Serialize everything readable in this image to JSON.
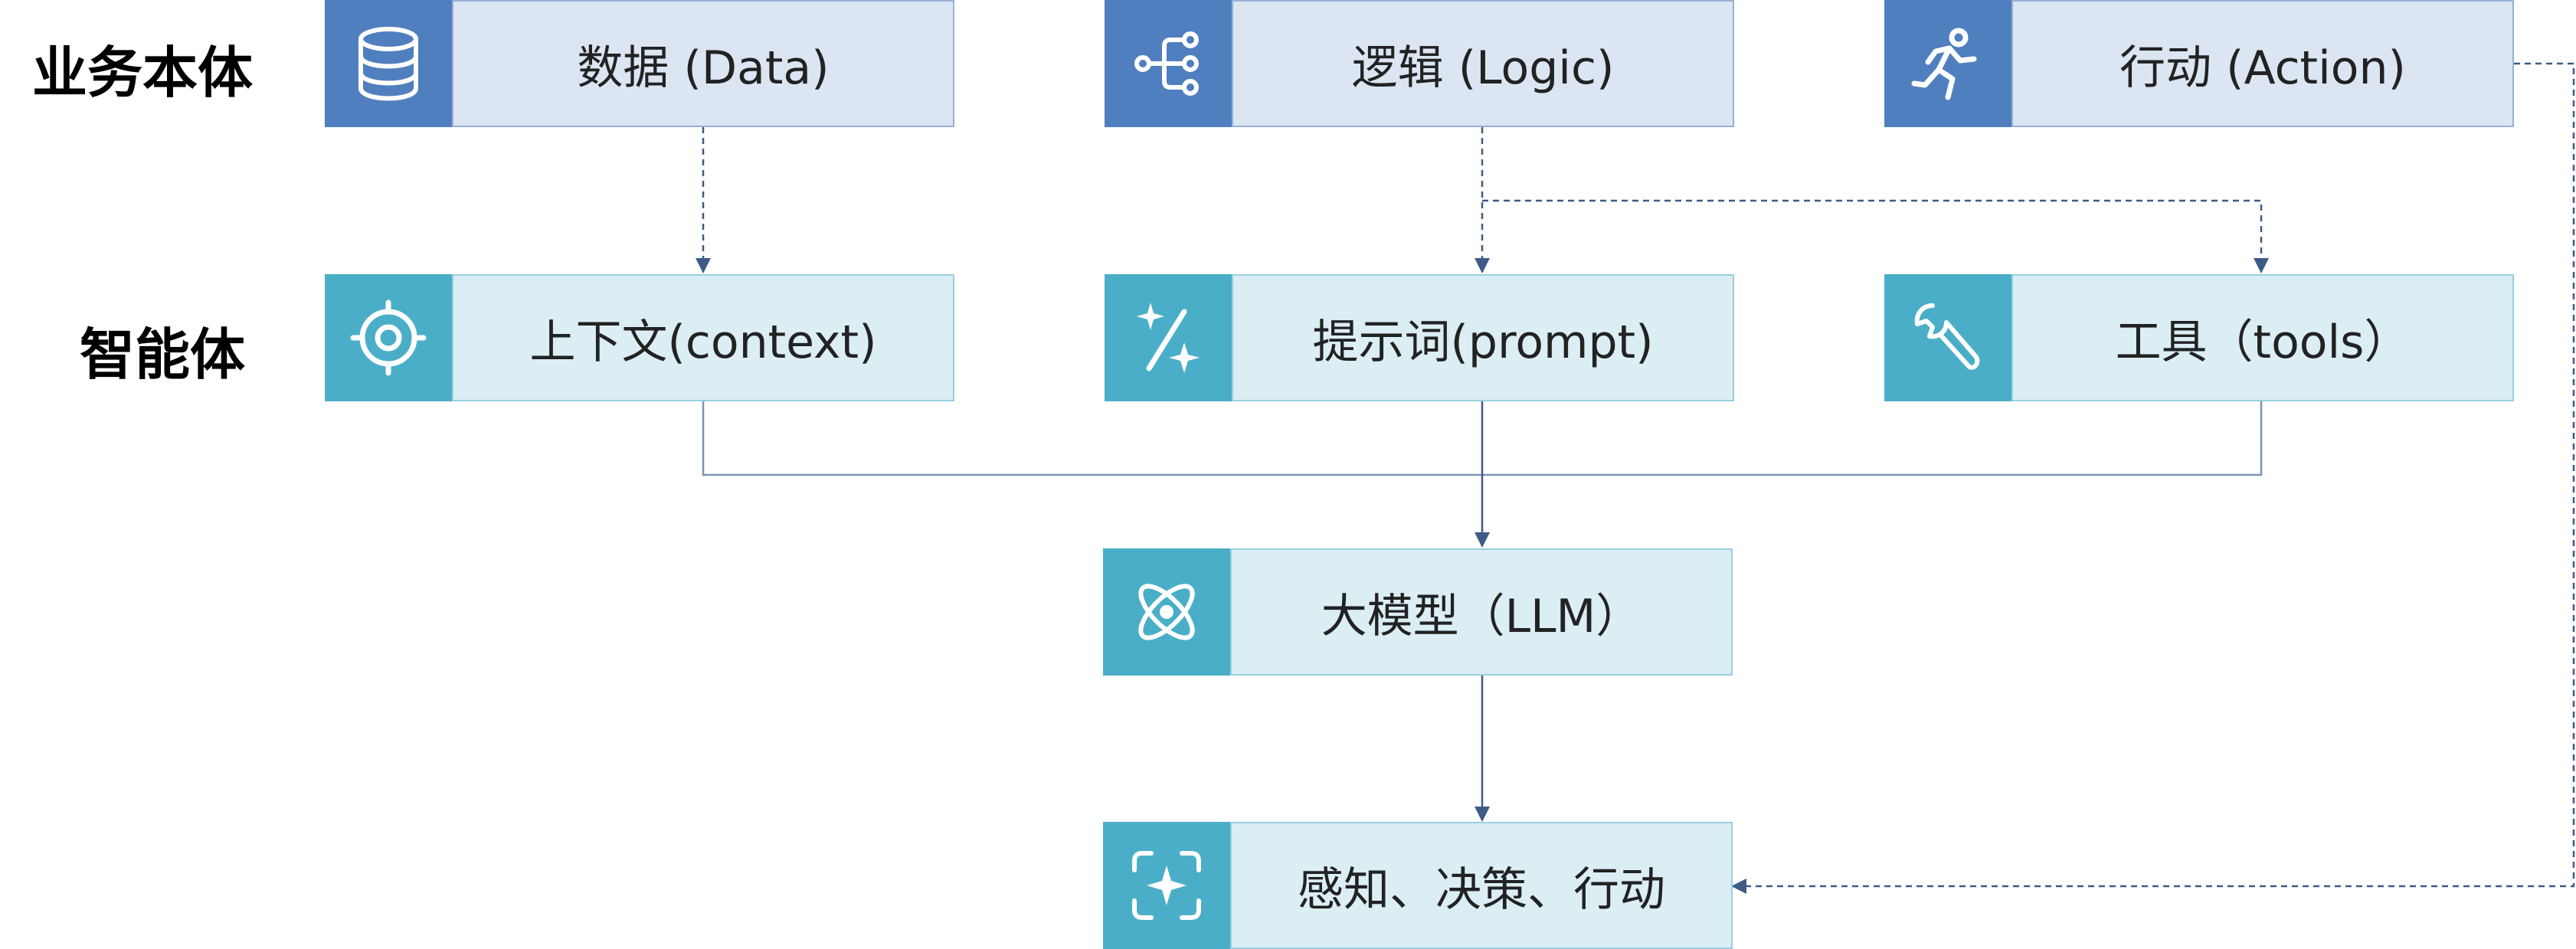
{
  "rows": {
    "ontology": "业务本体",
    "agent": "智能体"
  },
  "boxes": {
    "data": "数据 (Data)",
    "logic": "逻辑 (Logic)",
    "action": "行动 (Action)",
    "context": "上下文(context)",
    "prompt": "提示词(prompt)",
    "tools": "工具（tools）",
    "llm": "大模型（LLM）",
    "output": "感知、决策、行动"
  },
  "icons": {
    "data": "database-icon",
    "logic": "branch-icon",
    "action": "running-person-icon",
    "context": "target-icon",
    "prompt": "magic-wand-icon",
    "tools": "wrench-icon",
    "llm": "atom-icon",
    "output": "sparkle-frame-icon"
  },
  "colors": {
    "ontology_icon": "#4F7FBE",
    "ontology_fill": "#DCE5F2",
    "agent_icon": "#4BAEC8",
    "agent_fill": "#DBEEF4",
    "connector": "#3E5B86"
  }
}
